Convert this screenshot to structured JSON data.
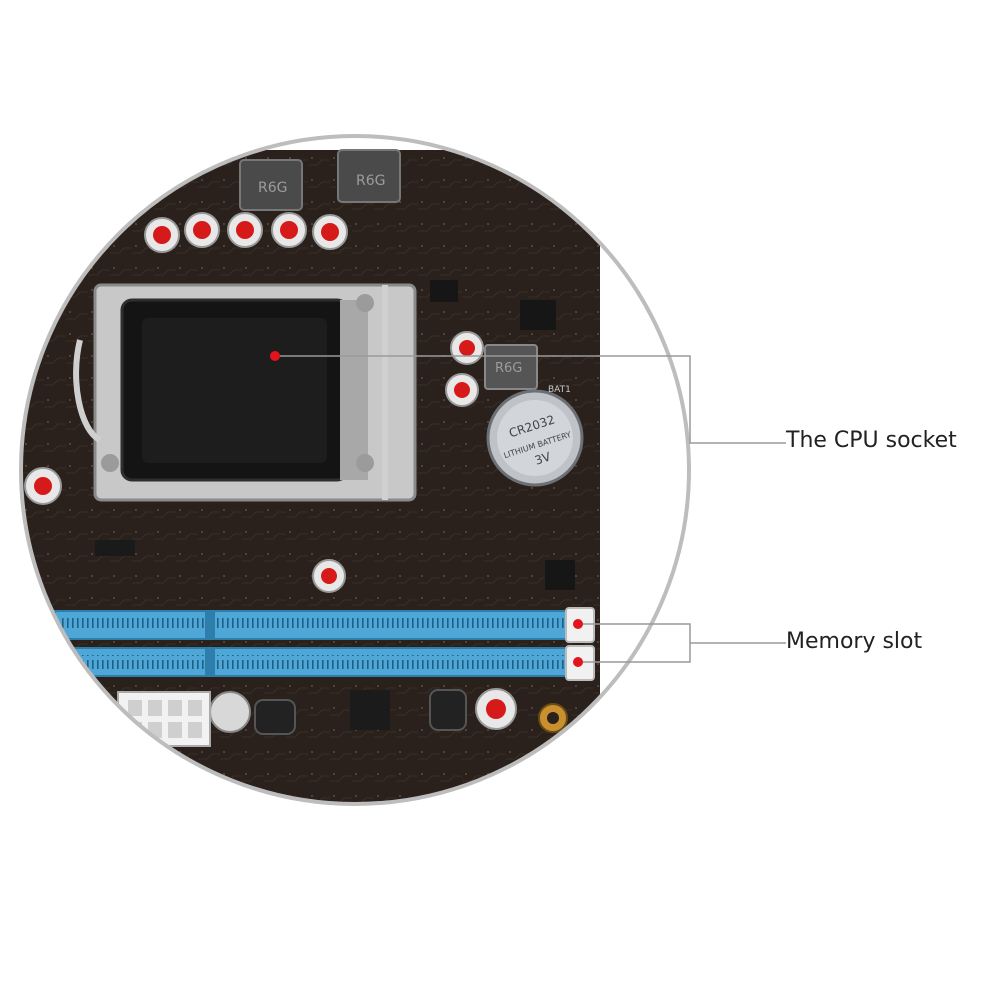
{
  "callouts": {
    "cpu_socket": "The CPU socket",
    "memory_slot": "Memory slot"
  },
  "board_text": {
    "chip_marking": "R6G",
    "battery_type": "CR2032",
    "battery_brand": "LITHIUM BATTERY",
    "battery_voltage": "3V",
    "battery_header": "BAT1"
  },
  "colors": {
    "pcb": "#2a211d",
    "dimm_slot": "#4ea7d6",
    "marker": "#e3141b",
    "lens_ring": "#bdbdbd",
    "leader_line": "#9a9a9a",
    "socket_frame": "#c8c8c8",
    "socket_cover": "#141414"
  }
}
